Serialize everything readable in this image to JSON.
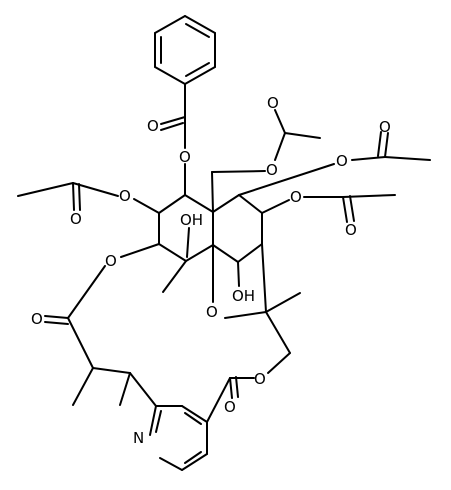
{
  "labels": {
    "o_benzoate_carbonyl": "O",
    "o_benzoate_ester": "O",
    "o_acetate_top_carbonyl": "O",
    "o_acetate_top_ester": "O",
    "o_acetate_right_carbonyl": "O",
    "o_acetate_right_ester": "O",
    "o_acetate_left_carbonyl": "O",
    "o_acetate_left_ester": "O",
    "o_acetate_mid_ester": "O",
    "o_acetate_mid_carbonyl": "O",
    "oh_upper": "OH",
    "oh_lower": "OH",
    "o_macro_ester": "O",
    "o_macro_carbonyl": "O",
    "o_bridge_ether": "O",
    "o_pyridine_ester": "O",
    "o_pyridine_carbonyl": "O",
    "n_pyridine": "N"
  }
}
